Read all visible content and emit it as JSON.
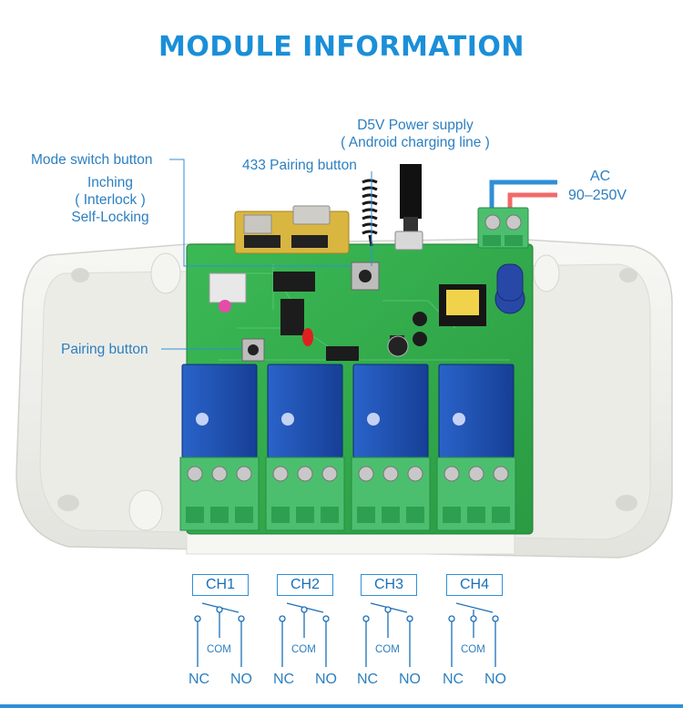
{
  "title": "MODULE INFORMATION",
  "labels": {
    "power_supply_1": "D5V Power supply",
    "power_supply_2": "( Android charging line )",
    "pairing_433": "433 Pairing button",
    "mode_switch": "Mode switch button",
    "inching": "Inching",
    "interlock": "(     Interlock     )",
    "self_locking": "Self-Locking",
    "pairing": "Pairing button",
    "ac": "AC",
    "ac_range": "90–250V"
  },
  "channels": [
    {
      "name": "CH1",
      "nc": "NC",
      "no": "NO",
      "com": "COM"
    },
    {
      "name": "CH2",
      "nc": "NC",
      "no": "NO",
      "com": "COM"
    },
    {
      "name": "CH3",
      "nc": "NC",
      "no": "NO",
      "com": "COM"
    },
    {
      "name": "CH4",
      "nc": "NC",
      "no": "NO",
      "com": "COM"
    }
  ],
  "colors": {
    "accent": "#1a8fd8",
    "board": "#2fa847",
    "relay": "#1d4fb0",
    "terminal": "#4cbf6e",
    "ac_wire_1": "#2f8fd8",
    "ac_wire_2": "#f26a6a"
  }
}
